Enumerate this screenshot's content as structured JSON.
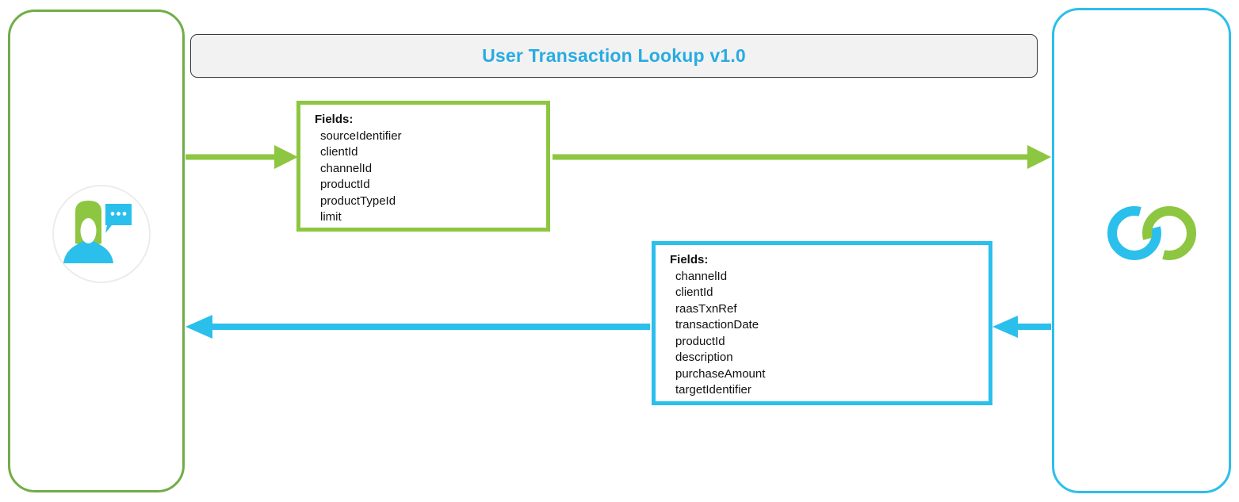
{
  "title_bar": {
    "label": "User Transaction Lookup v1.0"
  },
  "request_box": {
    "title": "Fields:",
    "fields": [
      "sourceIdentifier",
      "clientId",
      "channelId",
      "productId",
      "productTypeId",
      "limit"
    ]
  },
  "response_box": {
    "title": "Fields:",
    "fields": [
      "channelId",
      "clientId",
      "raasTxnRef",
      "transactionDate",
      "productId",
      "description",
      "purchaseAmount",
      "targetIdentifier"
    ]
  },
  "icons": {
    "left_panel_icon": "user-with-speech-bubble-icon",
    "right_panel_icon": "interlocking-rings-logo"
  },
  "diagram": {
    "request_flow_color_name": "green",
    "response_flow_color_name": "blue",
    "loop_connector_color_name": "orange"
  },
  "colors": {
    "green": "#8DC641",
    "green_panel_border": "#71AD47",
    "cyan": "#2BBFEC",
    "title_text": "#29ABE2",
    "orange": "#FAAF40",
    "title_bar_bg": "#F2F2F2"
  }
}
